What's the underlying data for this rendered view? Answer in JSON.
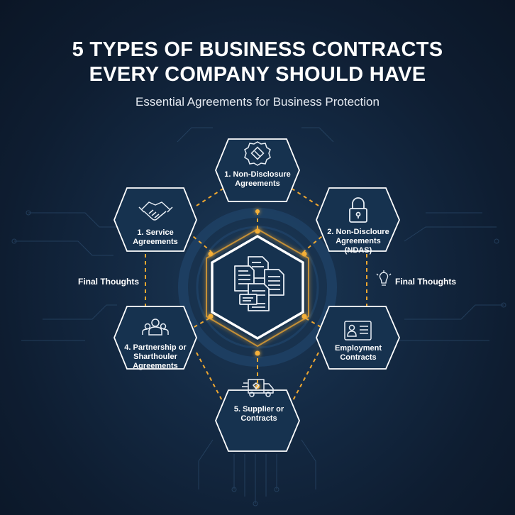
{
  "header": {
    "title_line1": "5 TYPES OF BUSINESS CONTRACTS",
    "title_line2": "EVERY COMPANY SHOULD HAVE",
    "subtitle": "Essential Agreements for Business Protection"
  },
  "colors": {
    "background": "#0e1d31",
    "hex_fill": "#183552",
    "hex_stroke": "#ffffff",
    "connector": "#f0a830",
    "circuit_lines": "#2b4a6b"
  },
  "center": {
    "icon": "documents-stack-icon"
  },
  "nodes": [
    {
      "id": "top",
      "label_line1": "1. Non-Disclosure",
      "label_line2": "Agreements",
      "label_line3": "",
      "icon": "badge-seal-icon"
    },
    {
      "id": "upper-left",
      "label_line1": "1. Service",
      "label_line2": "Agreements",
      "label_line3": "",
      "icon": "handshake-icon"
    },
    {
      "id": "upper-right",
      "label_line1": "2. Non-Discloure",
      "label_line2": "Agreements",
      "label_line3": "(NDAS)",
      "icon": "padlock-icon"
    },
    {
      "id": "lower-left",
      "label_line1": "4. Partnership or",
      "label_line2": "Sharthouler",
      "label_line3": "Agreements",
      "icon": "people-group-icon"
    },
    {
      "id": "lower-right",
      "label_line1": "Employment",
      "label_line2": "Contracts",
      "label_line3": "",
      "icon": "id-card-icon"
    },
    {
      "id": "bottom",
      "label_line1": "5. Supplier or",
      "label_line2": "Contracts",
      "label_line3": "",
      "icon": "delivery-truck-icon"
    }
  ],
  "side_labels": {
    "left": "Final Thoughts",
    "right": "Final Thoughts",
    "right_icon": "lightbulb-icon"
  }
}
